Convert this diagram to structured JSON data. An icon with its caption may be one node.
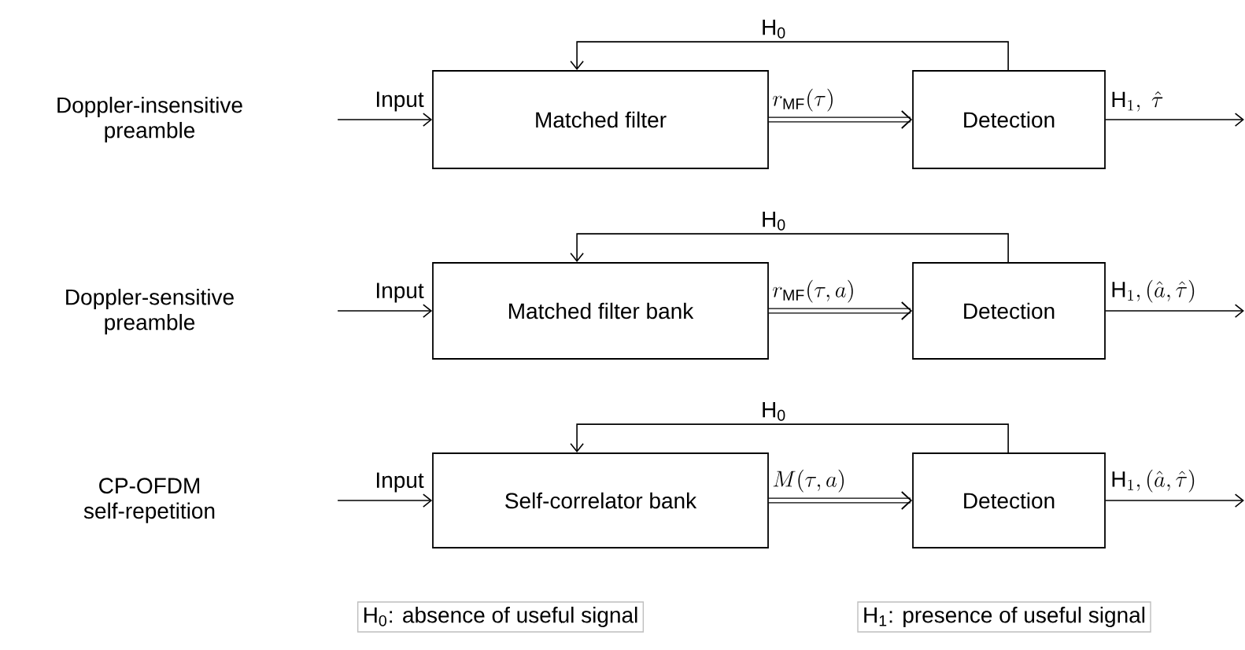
{
  "diagram": {
    "nodes": [
      {
        "text": [
          "Matched filter"
        ]
      },
      {
        "text": [
          "Detection"
        ]
      },
      {
        "text": [
          "Matched filter bank"
        ]
      },
      {
        "text": [
          "Detection"
        ]
      },
      {
        "text": [
          "Self-correlator bank"
        ]
      },
      {
        "text": [
          "Detection"
        ]
      }
    ],
    "edges": [
      {
        "from": null,
        "to": 0,
        "arrow": "to",
        "label": "Input"
      },
      {
        "from": 0,
        "to": 1,
        "arrow": "to",
        "style": "thick",
        "label": "r_{\\text{MF}}(\\tau)"
      },
      {
        "from": 1,
        "to": 0,
        "arrow": "to",
        "label": "H$_{0}$"
      },
      {
        "from": 1,
        "to": null,
        "arrow": "to",
        "label": "\\text{H}_1,\\ \\hat{\\tau}"
      },
      {
        "from": null,
        "to": 2,
        "arrow": "to",
        "label": "Input"
      },
      {
        "from": 2,
        "to": 3,
        "arrow": "to",
        "style": "thick",
        "label": "r_{\\text{MF}}(\\tau,a)"
      },
      {
        "from": 3,
        "to": 2,
        "arrow": "to",
        "label": "H$_{0}$"
      },
      {
        "from": 3,
        "to": null,
        "arrow": "to",
        "label": "\\text{H}_1,(\\hat{a},\\hat{\\tau})"
      },
      {
        "from": null,
        "to": 4,
        "arrow": "to",
        "label": "Input"
      },
      {
        "from": 4,
        "to": 5,
        "arrow": "to",
        "style": "thick",
        "label": "M(\\tau,a)"
      },
      {
        "from": 5,
        "to": 4,
        "arrow": "to",
        "label": "H$_{0}$"
      },
      {
        "from": 5,
        "to": null,
        "arrow": "to",
        "label": "\\text{H}_1,(\\hat{a},\\hat{\\tau})"
      }
    ],
    "labels": [
      "Doppler-insensitive preamble",
      "Doppler-sensitive preamble",
      "CP-OFDM self-repetition",
      "H$_{0}$: absence of useful signal",
      "H$_{1}$: presence of useful signal"
    ]
  }
}
